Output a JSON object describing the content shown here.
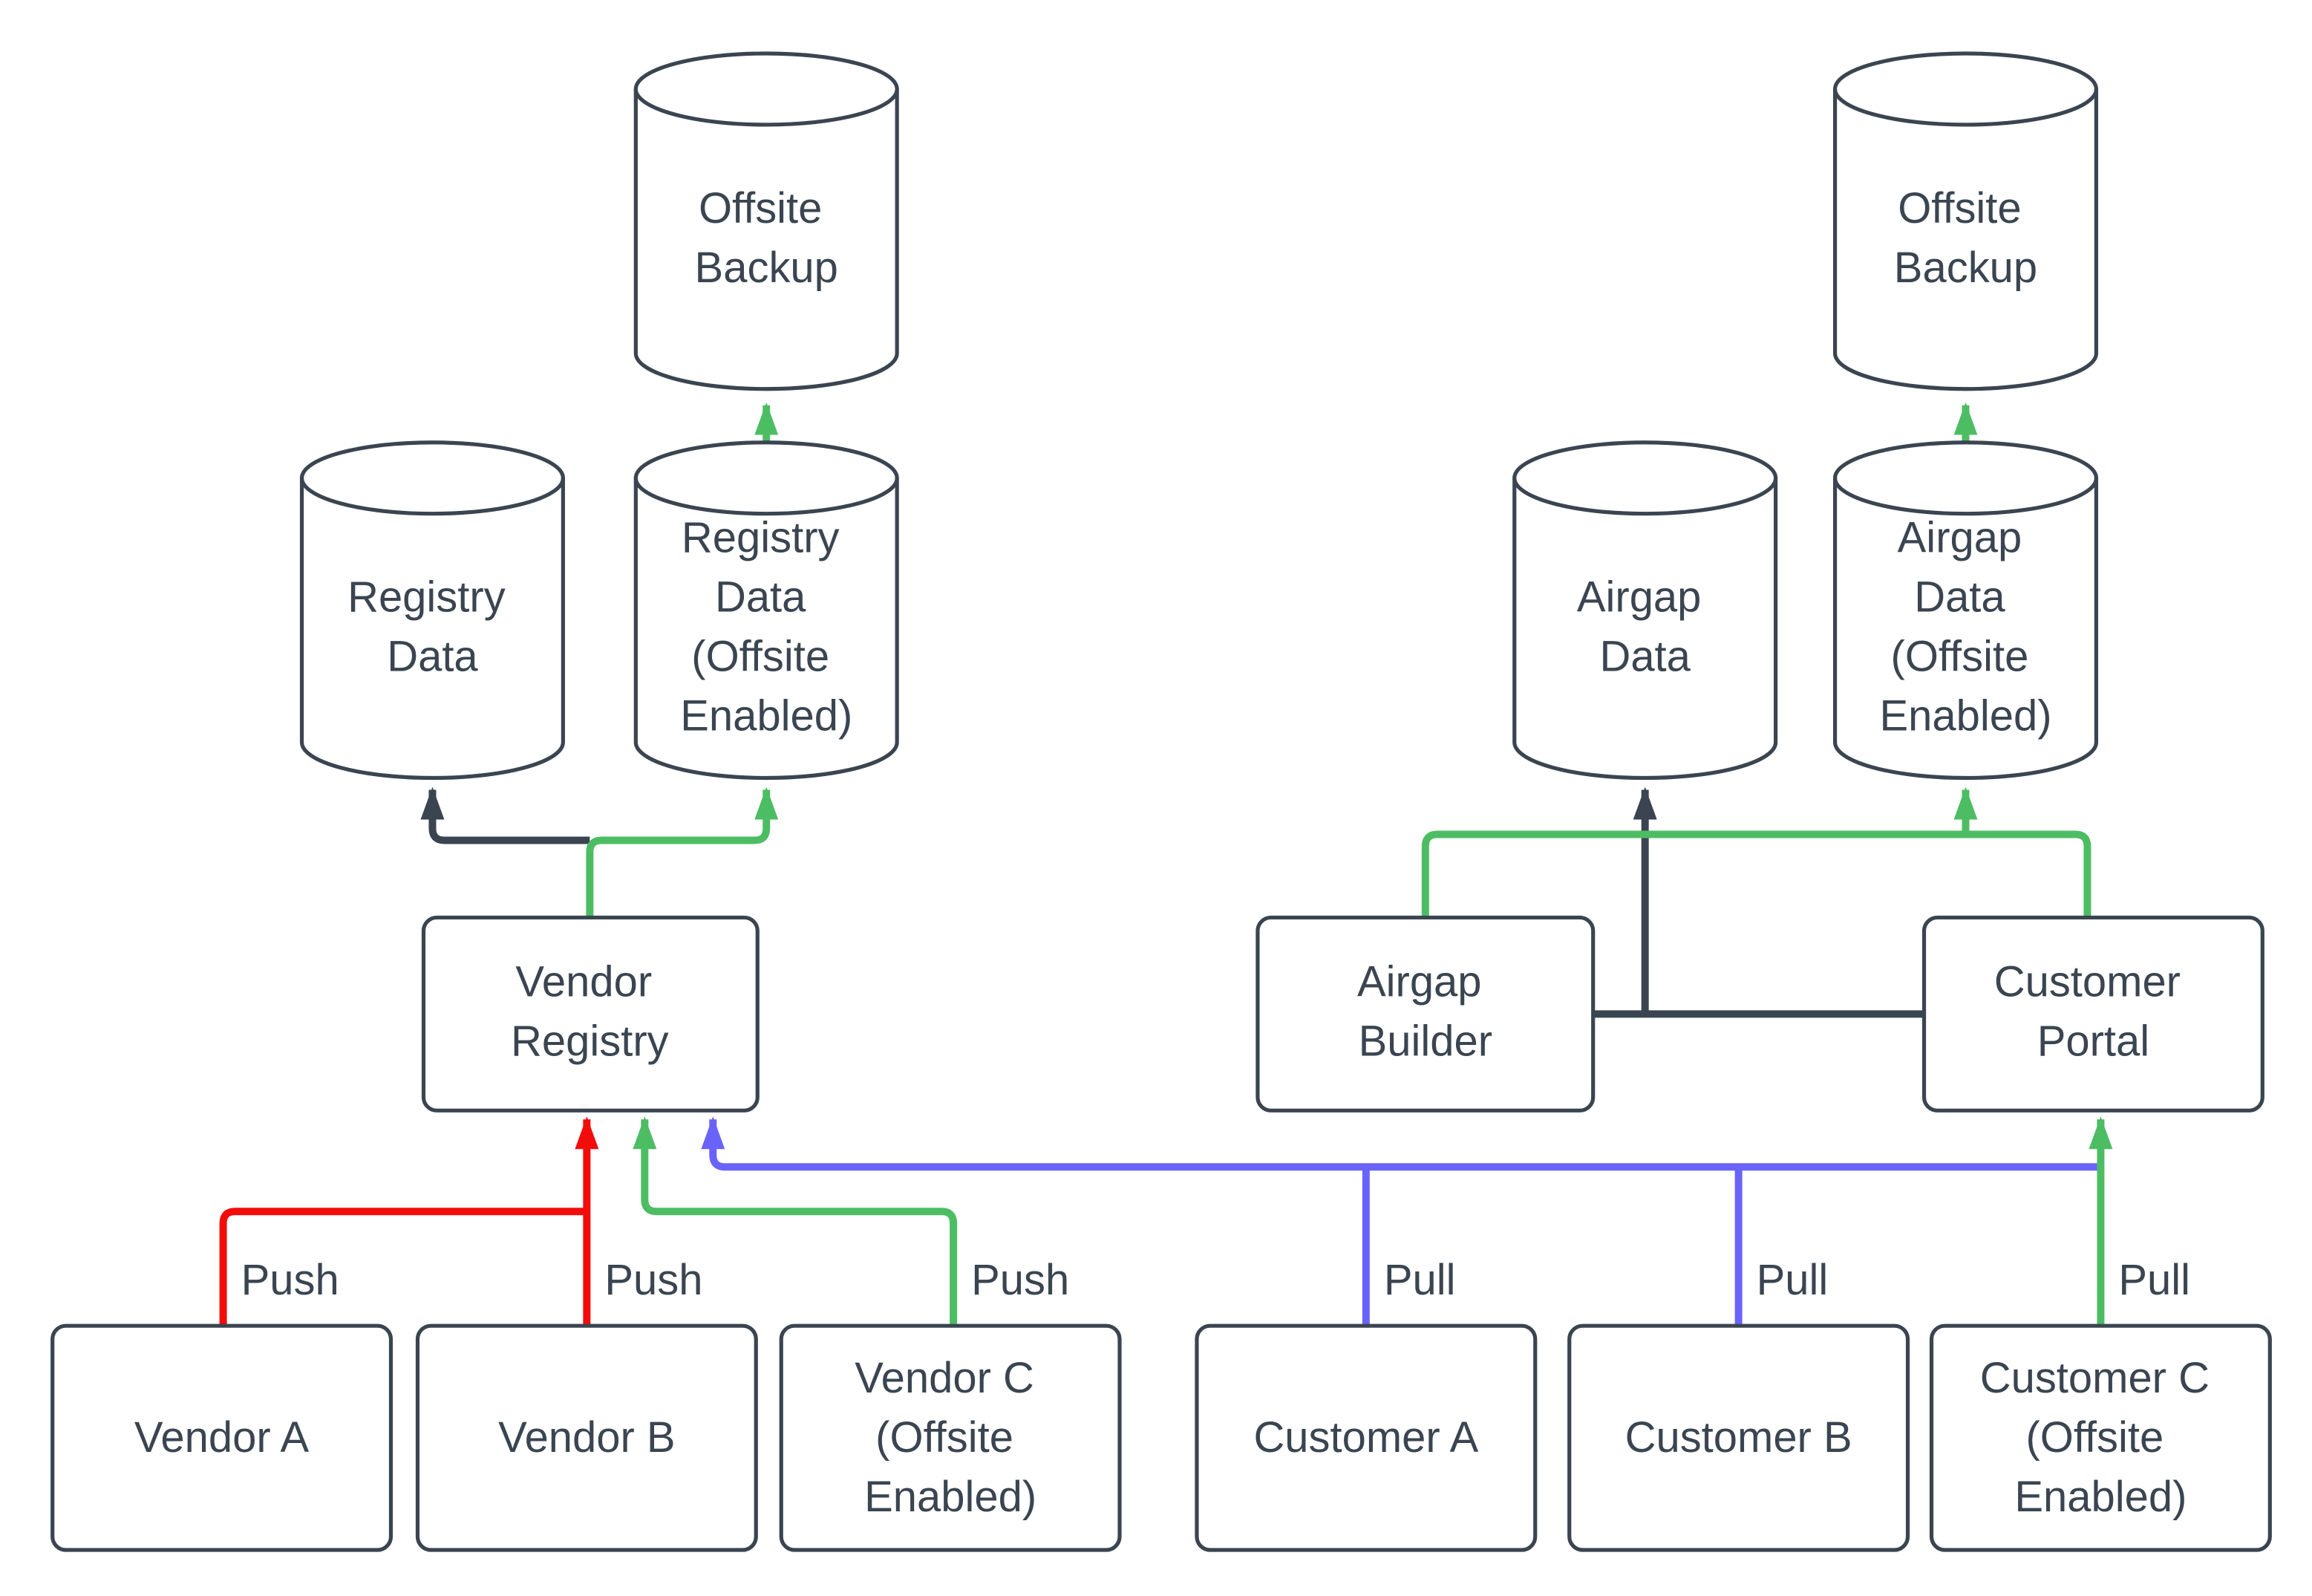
{
  "colors": {
    "dark": "#3a4551",
    "green": "#4dbd63",
    "red": "#f20c0c",
    "blue": "#6a63fa",
    "text": "#3a4551",
    "node_fill": "#ffffff"
  },
  "nodes": {
    "offsite_backup_left": {
      "lines": [
        "Offsite",
        "Backup"
      ]
    },
    "registry_data": {
      "lines": [
        "Registry",
        "Data"
      ]
    },
    "registry_data_offsite": {
      "lines": [
        "Registry",
        "Data",
        "(Offsite",
        "Enabled)"
      ]
    },
    "vendor_registry": {
      "lines": [
        "Vendor",
        "Registry"
      ]
    },
    "vendor_a": {
      "lines": [
        "Vendor A"
      ]
    },
    "vendor_b": {
      "lines": [
        "Vendor B"
      ]
    },
    "vendor_c": {
      "lines": [
        "Vendor C",
        "(Offsite",
        "Enabled)"
      ]
    },
    "airgap_data": {
      "lines": [
        "Airgap",
        "Data"
      ]
    },
    "airgap_data_offsite": {
      "lines": [
        "Airgap",
        "Data",
        "(Offsite",
        "Enabled)"
      ]
    },
    "offsite_backup_right": {
      "lines": [
        "Offsite",
        "Backup"
      ]
    },
    "airgap_builder": {
      "lines": [
        "Airgap",
        "Builder"
      ]
    },
    "customer_portal": {
      "lines": [
        "Customer",
        "Portal"
      ]
    },
    "customer_a": {
      "lines": [
        "Customer A"
      ]
    },
    "customer_b": {
      "lines": [
        "Customer B"
      ]
    },
    "customer_c": {
      "lines": [
        "Customer C",
        "(Offsite",
        "Enabled)"
      ]
    }
  },
  "edge_labels": {
    "push_a": "Push",
    "push_b": "Push",
    "push_c": "Push",
    "pull_a": "Pull",
    "pull_b": "Pull",
    "pull_c": "Pull"
  }
}
